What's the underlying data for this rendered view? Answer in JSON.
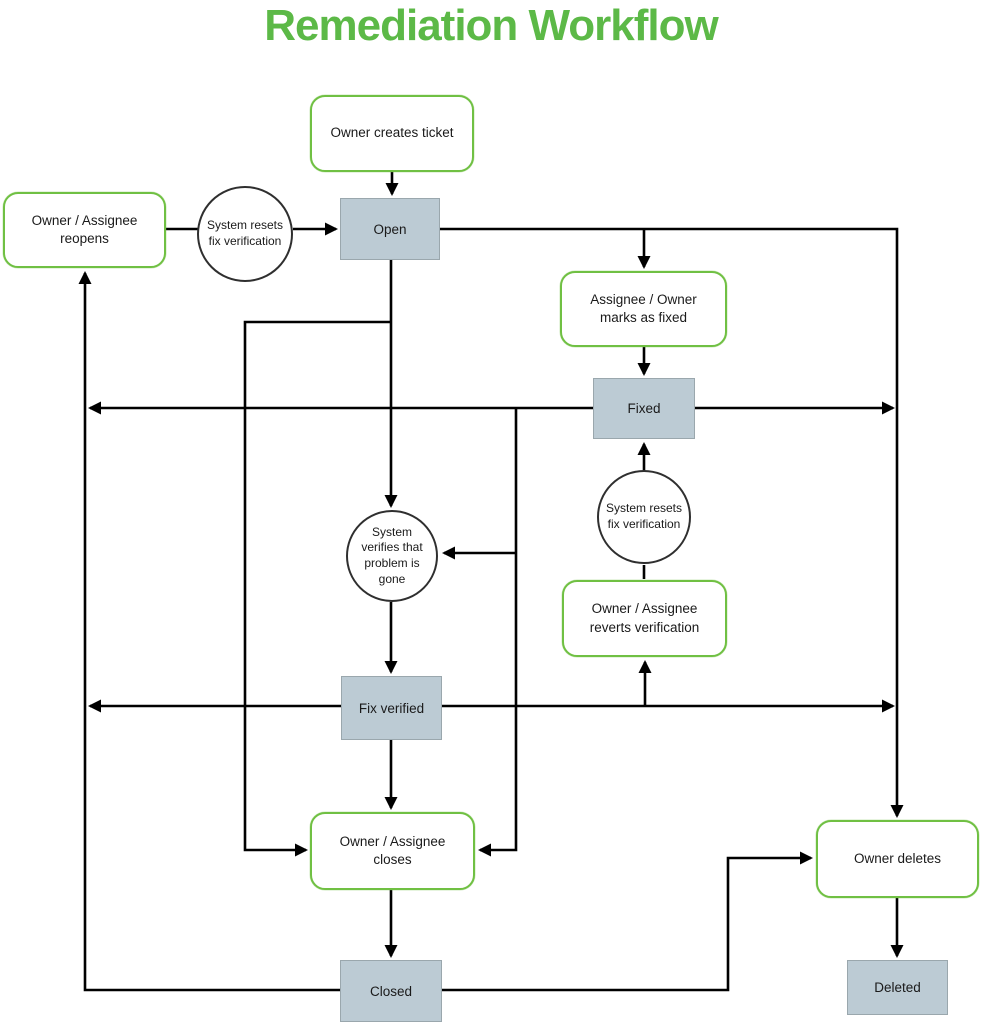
{
  "title": "Remediation Workflow",
  "action_nodes": {
    "create": "Owner creates ticket",
    "reopen": "Owner / Assignee reopens",
    "mark_fixed": "Assignee / Owner marks as fixed",
    "revert": "Owner / Assignee reverts verification",
    "close": "Owner / Assignee closes",
    "delete": "Owner deletes"
  },
  "system_nodes": {
    "reset_left": "System resets fix verification",
    "verify": "System verifies that problem is gone",
    "reset_right": "System resets fix verification"
  },
  "state_nodes": {
    "open": "Open",
    "fixed": "Fixed",
    "fix_verified": "Fix verified",
    "closed": "Closed",
    "deleted": "Deleted"
  },
  "edges": [
    {
      "from": "Owner creates ticket",
      "to": "Open"
    },
    {
      "from": "Owner / Assignee reopens",
      "to": "System resets fix verification"
    },
    {
      "from": "System resets fix verification",
      "to": "Open"
    },
    {
      "from": "Open",
      "to": "Assignee / Owner marks as fixed"
    },
    {
      "from": "Open",
      "to": "Owner deletes"
    },
    {
      "from": "Open",
      "to": "System verifies that problem is gone"
    },
    {
      "from": "Open",
      "to": "Owner / Assignee closes"
    },
    {
      "from": "Assignee / Owner marks as fixed",
      "to": "Fixed"
    },
    {
      "from": "Fixed",
      "to": "Owner / Assignee reopens"
    },
    {
      "from": "Fixed",
      "to": "Owner deletes"
    },
    {
      "from": "Fixed",
      "to": "System verifies that problem is gone"
    },
    {
      "from": "Fixed",
      "to": "Owner / Assignee closes"
    },
    {
      "from": "System verifies that problem is gone",
      "to": "Fix verified"
    },
    {
      "from": "Fix verified",
      "to": "Owner / Assignee reopens"
    },
    {
      "from": "Fix verified",
      "to": "Owner deletes"
    },
    {
      "from": "Fix verified",
      "to": "Owner / Assignee reverts verification"
    },
    {
      "from": "Fix verified",
      "to": "Owner / Assignee closes"
    },
    {
      "from": "Owner / Assignee reverts verification",
      "to": "System resets fix verification"
    },
    {
      "from": "System resets fix verification",
      "to": "Fixed"
    },
    {
      "from": "Owner / Assignee closes",
      "to": "Closed"
    },
    {
      "from": "Closed",
      "to": "Owner / Assignee reopens"
    },
    {
      "from": "Closed",
      "to": "Owner deletes"
    },
    {
      "from": "Owner deletes",
      "to": "Deleted"
    }
  ],
  "colors": {
    "title": "#5cb947",
    "action_border": "#70c043",
    "action_fill": "#ffffff",
    "system_border": "#2f2f2f",
    "system_fill": "#ffffff",
    "state_fill": "#bccbd4",
    "state_border": "#9aa7ad",
    "connector": "#000000",
    "background": "#ffffff"
  }
}
